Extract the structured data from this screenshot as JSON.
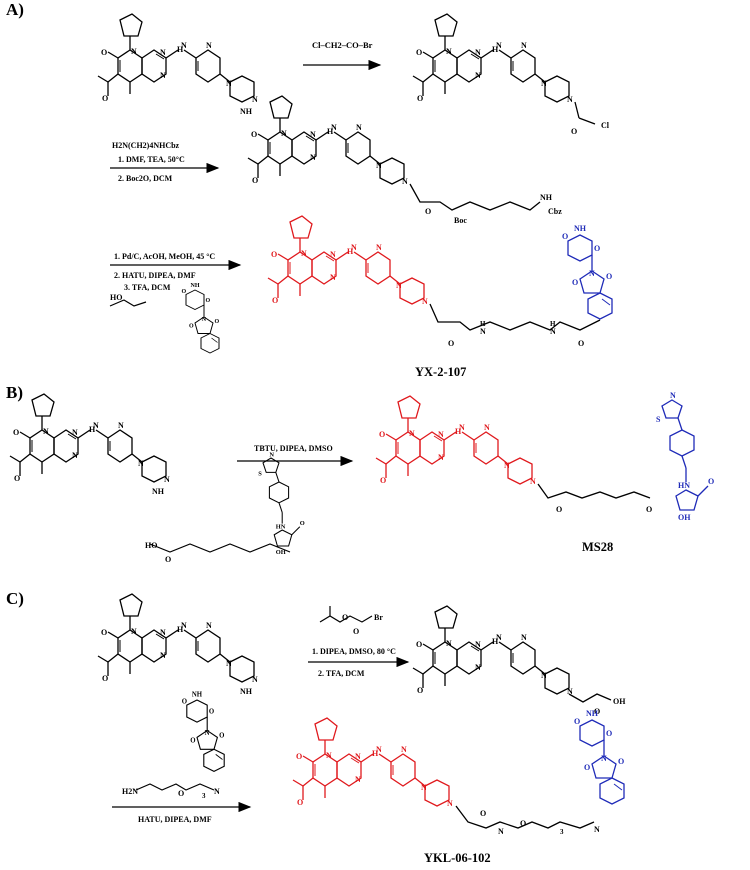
{
  "sections": {
    "a": {
      "label": "A)",
      "reagent": "Cl–CH2–CO–Br",
      "amine": "H2N(CH2)4NHCbz",
      "step1": [
        "1. DMF, TEA, 50°C",
        "2. Boc2O, DCM"
      ],
      "step2": [
        "1. Pd/C, AcOH, MeOH, 45 °C",
        "2. HATU, DIPEA, DMF",
        "3. TFA, DCM"
      ],
      "linker_label": "Boc",
      "protect_label": "Cbz",
      "product": "YX-2-107"
    },
    "b": {
      "label": "B)",
      "step": "TBTU, DIPEA, DMSO",
      "product": "MS28"
    },
    "c": {
      "label": "C)",
      "step1": [
        "1. DIPEA, DMSO, 80 °C",
        "2. TFA, DCM"
      ],
      "step2": "HATU, DIPEA, DMF",
      "peg_sub": "3",
      "product": "YKL-06-102"
    }
  },
  "colors": {
    "warhead": "#e0191d",
    "ligase": "#1f2bb8",
    "ink": "#000000"
  }
}
